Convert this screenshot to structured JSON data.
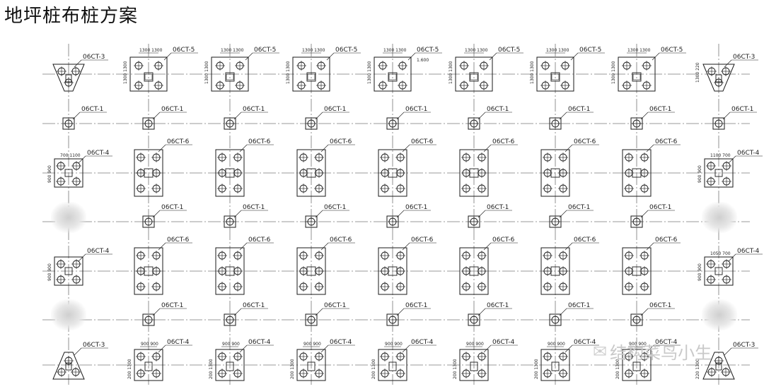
{
  "title": "地坪桩布桩方案",
  "watermark": "结构菜鸟小生",
  "pile_caps": {
    "ct1": "06CT-1",
    "ct3": "06CT-3",
    "ct4": "06CT-4",
    "ct5": "06CT-5",
    "ct6": "06CT-6"
  },
  "elevation_note": "1.600",
  "dimensions": {
    "top_h": "1300 1300",
    "top_v": "1300 1300",
    "top_v_alt": "1300 1300",
    "corner_top": "1300 220",
    "row3_left_h": "700 1100",
    "row3_left_v": "900 900",
    "row3_right_h": "1100 700",
    "row3_right_v": "900 900",
    "row5_left_v": "900 900",
    "row5_right_h": "1050 700",
    "row5_right_v": "900 900",
    "row7_h": "900 900",
    "row7_v": "200 1300",
    "row7_corner": "220 1300"
  },
  "colors": {
    "line": "#1a1a1a",
    "axis": "#777777",
    "watermark": "#c9c9c9"
  }
}
